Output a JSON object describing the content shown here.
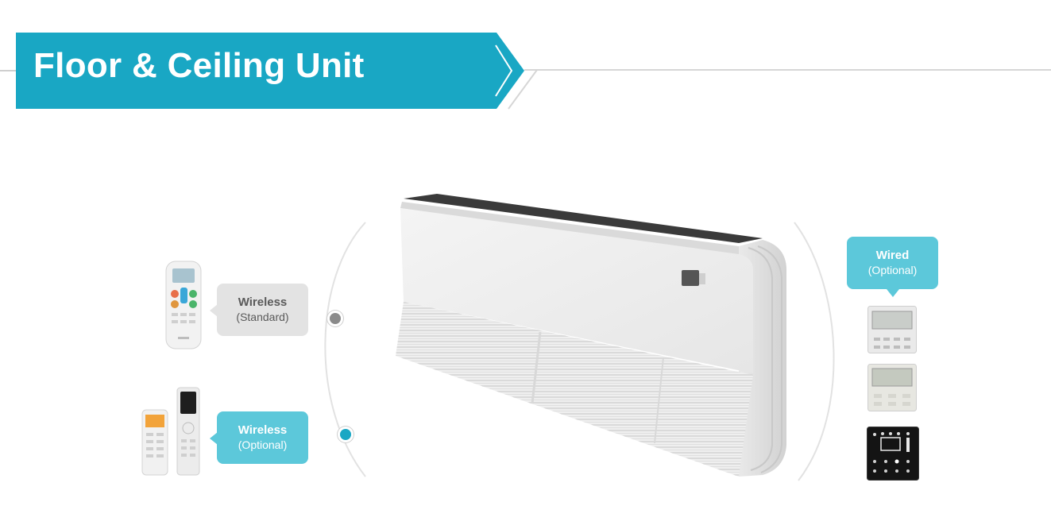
{
  "header": {
    "title": "Floor & Ceiling Unit"
  },
  "colors": {
    "accent": "#19a7c4",
    "accent_light": "#5cc8da",
    "bubble_grey": "#e3e3e3",
    "line": "#cfcfcf"
  },
  "controllers": {
    "wireless_standard": {
      "line1": "Wireless",
      "line2": "(Standard)"
    },
    "wireless_optional": {
      "line1": "Wireless",
      "line2": "(Optional)"
    },
    "wired": {
      "line1": "Wired",
      "line2": "(Optional)"
    }
  },
  "icons": [
    "arrow-chevron-icon",
    "remote-control-icon",
    "wall-controller-icon",
    "air-conditioner-unit"
  ]
}
